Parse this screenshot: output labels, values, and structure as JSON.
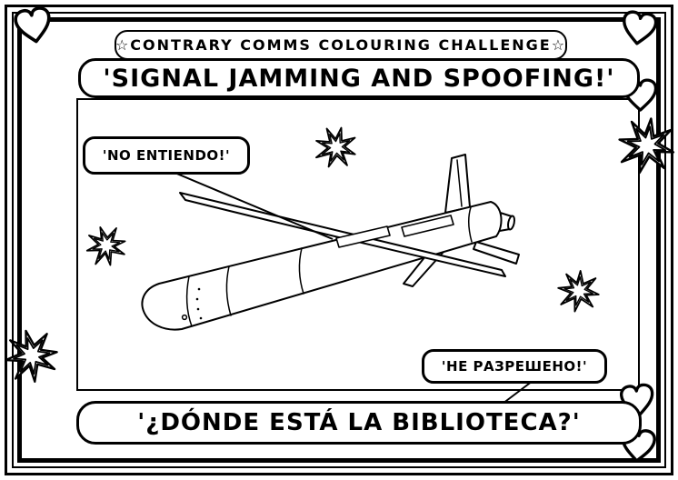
{
  "banners": {
    "challenge_title": "☆CONTRARY COMMS COLOURING CHALLENGE☆",
    "page_title": "'SIGNAL JAMMING AND SPOOFING!'",
    "caption": "'¿DÓNDE ESTÁ LA BIBLIOTECA?'"
  },
  "speech_bubbles": {
    "left": "'NO ENTIENDO!'",
    "right": "'НЕ РАЗРЕШЕНО!'"
  },
  "artwork": {
    "subject": "cruise-missile-line-drawing"
  },
  "decorations": {
    "hearts": [
      "top-left-corner",
      "top-right-corner",
      "right-edge-upper",
      "right-edge-lower",
      "bottom-right-corner"
    ],
    "starbursts": [
      "inside-top-center",
      "inside-left",
      "inside-right",
      "frame-right-edge",
      "frame-left-bottom"
    ]
  },
  "colors": {
    "ink": "#000000",
    "paper": "#ffffff"
  }
}
